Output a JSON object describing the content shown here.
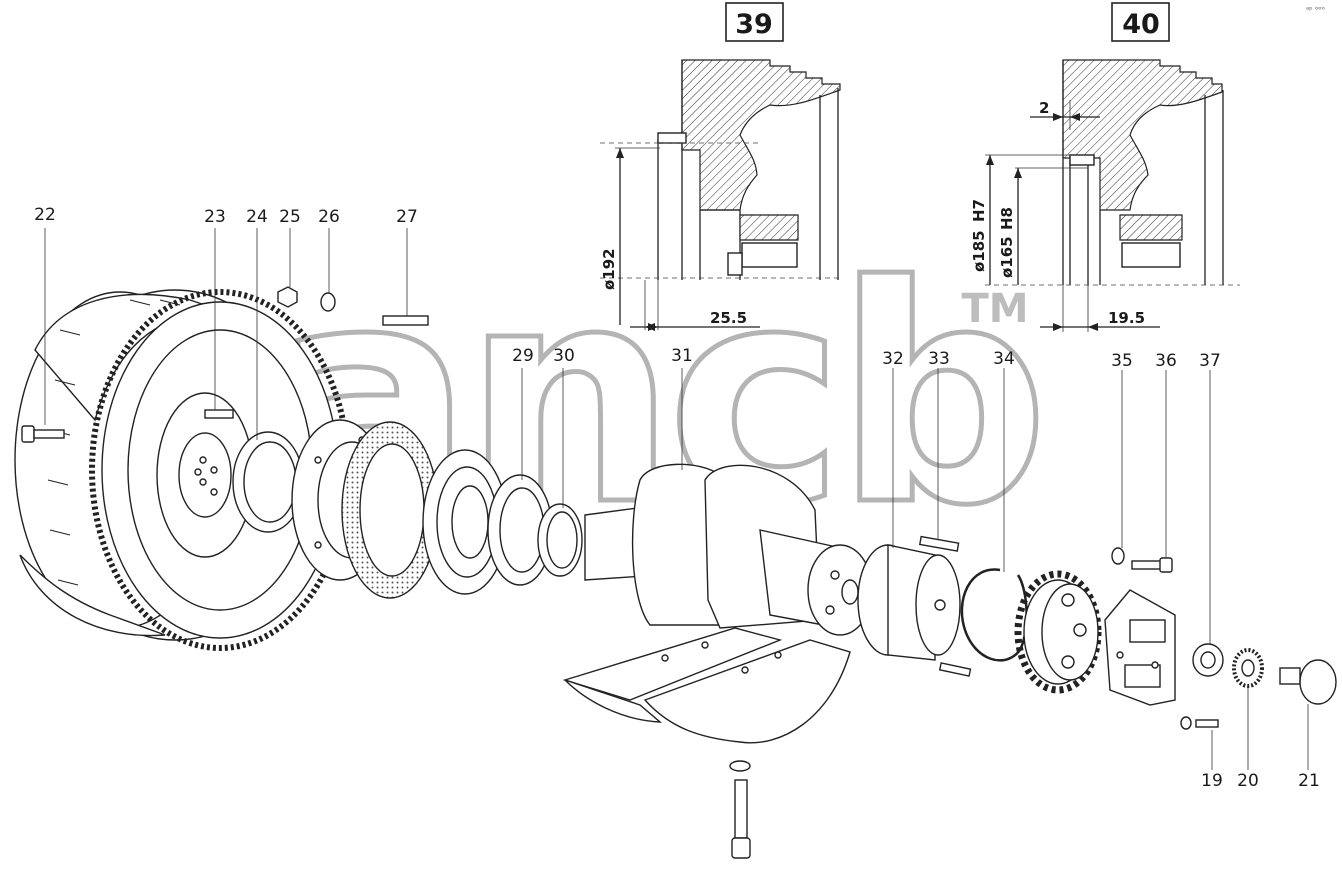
{
  "detail_boxes": [
    {
      "label": "39"
    },
    {
      "label": "40"
    }
  ],
  "detail_39": {
    "diameter": "ø192",
    "width": "25.5"
  },
  "detail_40": {
    "offset": "2",
    "diameter_1": "ø185",
    "tol_1": "H7",
    "diameter_2": "ø165",
    "tol_2": "H8",
    "width": "19.5"
  },
  "watermark": {
    "text": "ancb",
    "trademark": "TM"
  },
  "corner_mark": "ᵃᵖ ᵒᵒᵒ",
  "callouts": [
    "22",
    "23",
    "24",
    "25",
    "26",
    "27",
    "29",
    "30",
    "31",
    "32",
    "33",
    "34",
    "35",
    "36",
    "37",
    "19",
    "20",
    "21"
  ]
}
